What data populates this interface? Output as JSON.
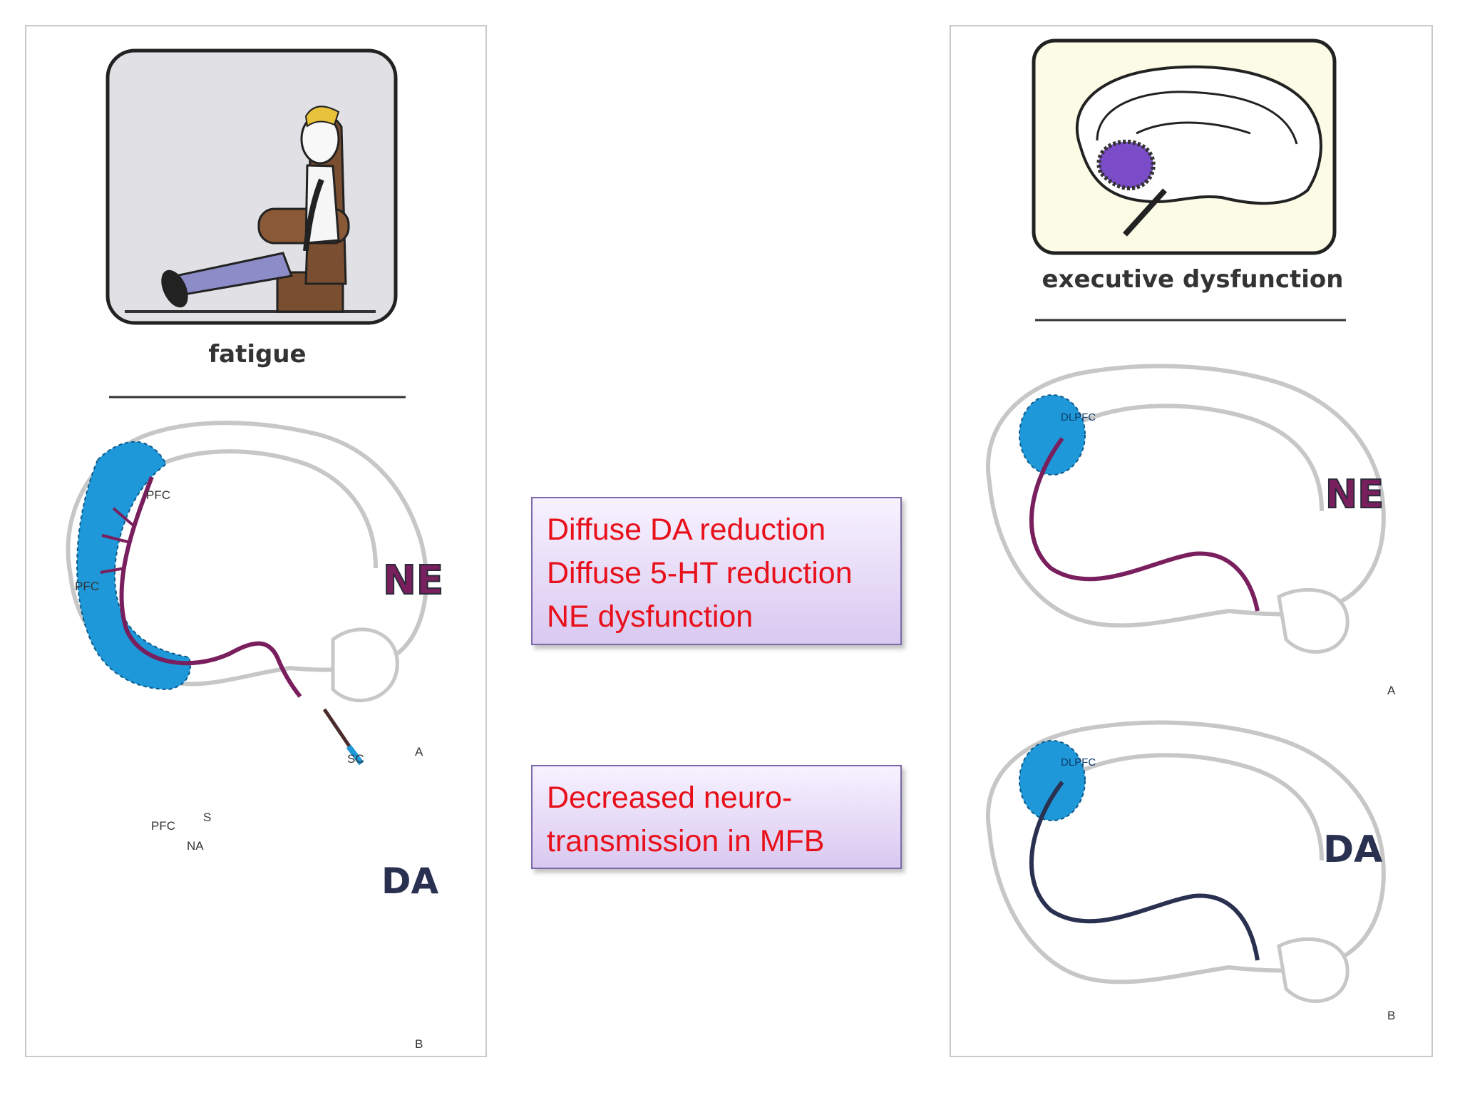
{
  "left_panel": {
    "caption": "fatigue",
    "ne_diagram": {
      "label": "NE",
      "regions": [
        "PFC",
        "PFC",
        "SC"
      ],
      "panel_letter": "A"
    },
    "da_diagram": {
      "label": "DA",
      "regions": [
        "PFC",
        "S",
        "NA"
      ],
      "panel_letter": "B"
    }
  },
  "right_panel": {
    "caption": "executive dysfunction",
    "ne_diagram": {
      "label": "NE",
      "region": "DLPFC",
      "panel_letter": "A"
    },
    "da_diagram": {
      "label": "DA",
      "region": "DLPFC",
      "panel_letter": "B"
    }
  },
  "center_boxes": [
    {
      "lines": [
        "Diffuse DA reduction",
        "Diffuse 5-HT reduction",
        "NE dysfunction"
      ]
    },
    {
      "lines": [
        "Decreased neuro-",
        "transmission in MFB"
      ]
    }
  ],
  "colors": {
    "text_red": "#e8101a",
    "region_blue": "#1e98d8",
    "ne_tract": "#7a1f5e",
    "da_tract": "#2a3150",
    "box_border": "#7c6aa8"
  }
}
